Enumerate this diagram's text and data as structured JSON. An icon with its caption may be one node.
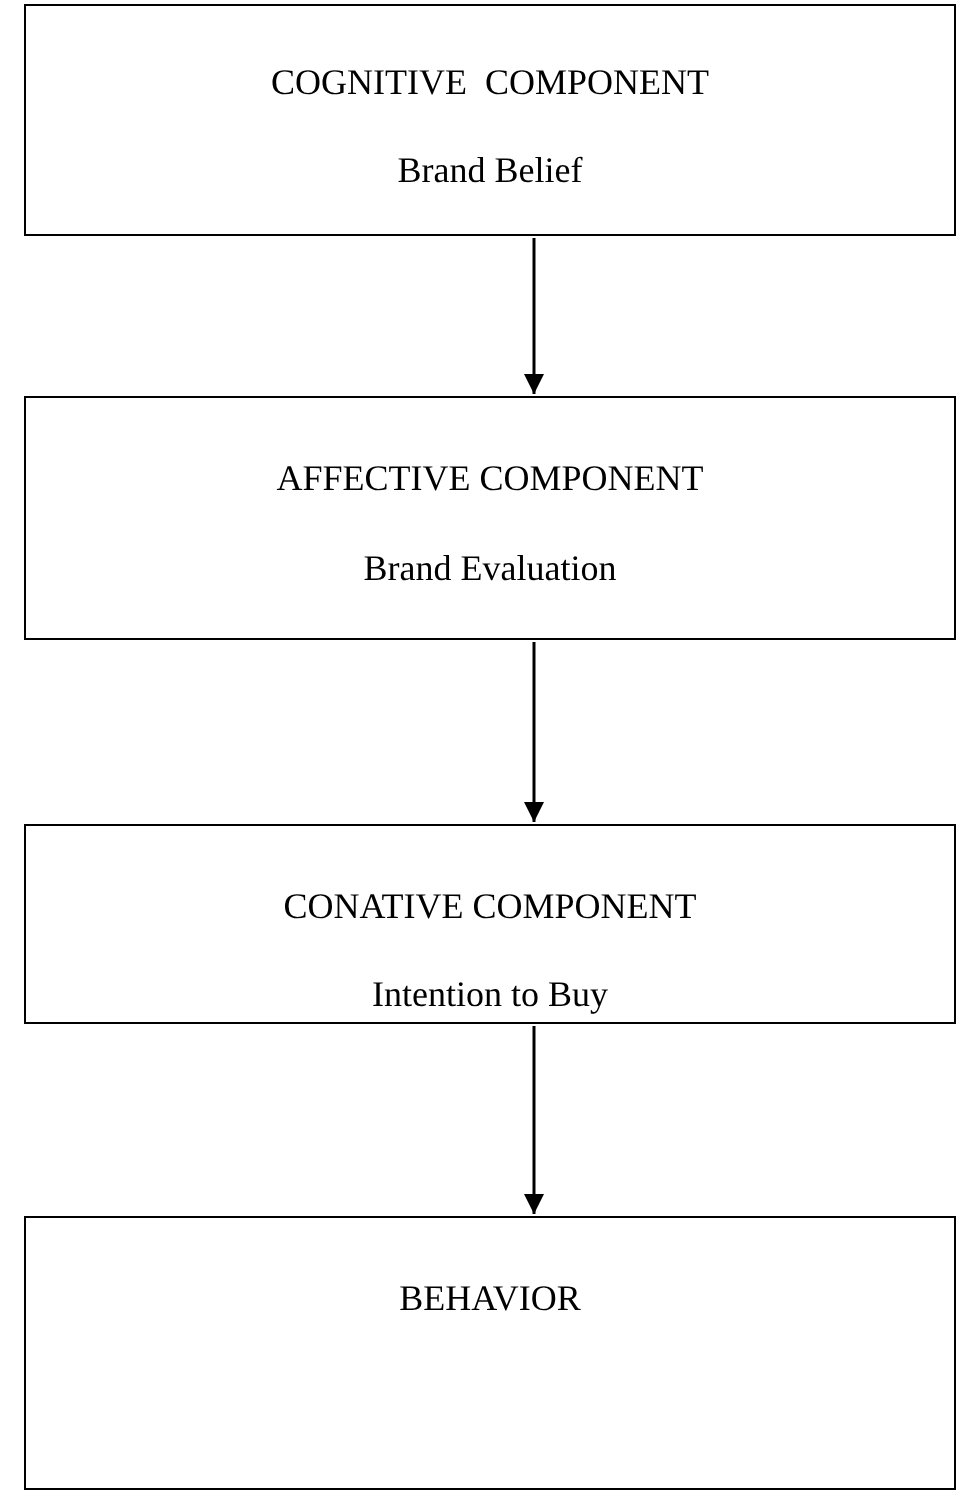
{
  "diagram": {
    "nodes": [
      {
        "text": [
          "COGNITIVE  COMPONENT",
          "Brand Belief"
        ]
      },
      {
        "text": [
          "AFFECTIVE COMPONENT",
          "Brand Evaluation"
        ]
      },
      {
        "text": [
          "CONATIVE COMPONENT",
          "Intention to Buy"
        ]
      },
      {
        "text": [
          "BEHAVIOR"
        ]
      }
    ],
    "edges": [
      {
        "from": 0,
        "to": 1,
        "arrow": "to"
      },
      {
        "from": 1,
        "to": 2,
        "arrow": "to"
      },
      {
        "from": 2,
        "to": 3,
        "arrow": "to"
      }
    ]
  }
}
